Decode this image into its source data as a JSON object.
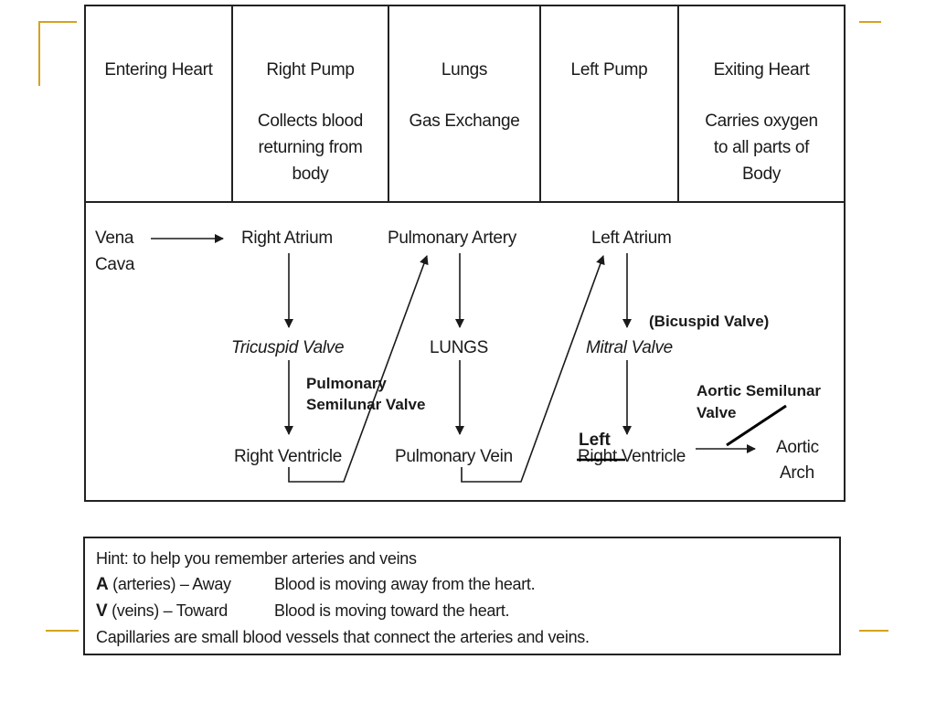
{
  "table": {
    "columns": [
      {
        "title": "Entering Heart",
        "subtitle": ""
      },
      {
        "title": "Right Pump",
        "subtitle": "Collects blood\nreturning from\nbody"
      },
      {
        "title": "Lungs",
        "subtitle": "Gas Exchange"
      },
      {
        "title": "Left Pump",
        "subtitle": ""
      },
      {
        "title": "Exiting Heart",
        "subtitle": "Carries oxygen\nto all parts of\nBody"
      }
    ]
  },
  "flow": {
    "vena_cava_1": "Vena",
    "vena_cava_2": "Cava",
    "right_atrium": "Right Atrium",
    "tricuspid_valve": "Tricuspid Valve",
    "right_ventricle": "Right Ventricle",
    "pulmonary_artery": "Pulmonary Artery",
    "lungs": "LUNGS",
    "pulmonary_vein": "Pulmonary Vein",
    "left_atrium": "Left Atrium",
    "mitral_valve": "Mitral Valve",
    "left_ventricle_prefix": "Right",
    "left_ventricle_suffix": " Ventricle",
    "aortic_arch_1": "Aortic",
    "aortic_arch_2": "Arch"
  },
  "annotations": {
    "bicuspid_valve": "(Bicuspid Valve)",
    "pulmonary_semilunar_1": "Pulmonary",
    "pulmonary_semilunar_2": "Semilunar Valve",
    "aortic_semilunar_1": "Aortic Semilunar",
    "aortic_semilunar_2": "Valve",
    "left_correction": "Left"
  },
  "hint": {
    "line1": "Hint: to help you remember arteries and veins",
    "a_letter": "A",
    "a_key": " (arteries) – Away",
    "a_desc": "Blood is moving away from the heart.",
    "v_letter": "V",
    "v_key": " (veins) – Toward",
    "v_desc": "Blood is moving toward the heart.",
    "line4": "Capillaries are small blood vessels that connect the arteries and veins."
  },
  "colors": {
    "accent": "#d6a21e",
    "border": "#222222"
  }
}
